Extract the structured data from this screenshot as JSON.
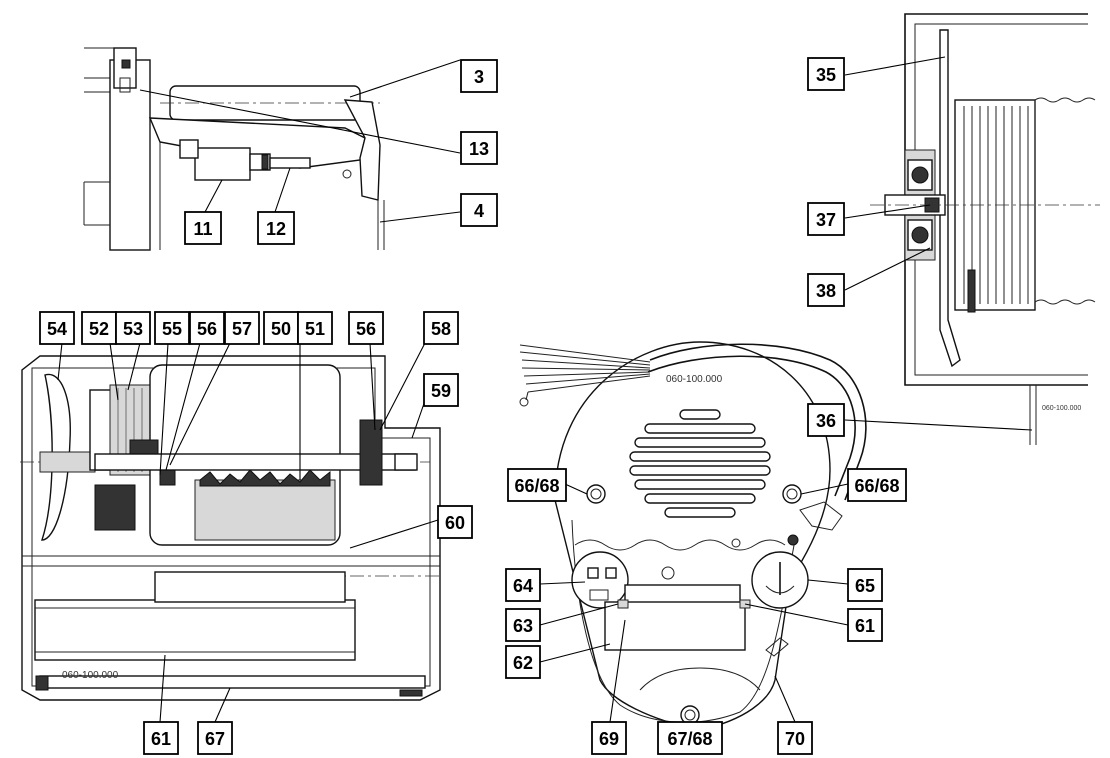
{
  "labels": {
    "l3": "3",
    "l13": "13",
    "l4": "4",
    "l11": "11",
    "l12": "12",
    "l35": "35",
    "l37": "37",
    "l38": "38",
    "l36": "36",
    "l54": "54",
    "l52": "52",
    "l53": "53",
    "l55": "55",
    "l56a": "56",
    "l57": "57",
    "l50": "50",
    "l51": "51",
    "l56b": "56",
    "l58": "58",
    "l59": "59",
    "l60": "60",
    "l61a": "61",
    "l67": "67",
    "l66a": "66/68",
    "l66b": "66/68",
    "l64": "64",
    "l65": "65",
    "l63": "63",
    "l61b": "61",
    "l62": "62",
    "l69": "69",
    "l6768": "67/68",
    "l70": "70"
  },
  "part_codes": {
    "motor_section": "060-100.000",
    "round_housing": "060-100.000",
    "reel_view": "060-100.000"
  }
}
